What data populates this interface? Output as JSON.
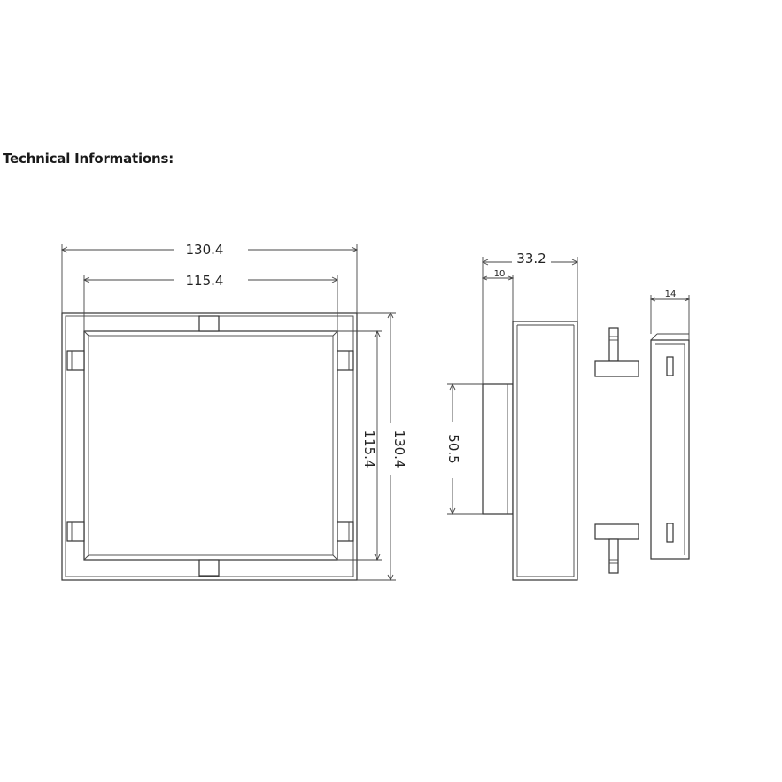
{
  "title": "Technical Informations:",
  "dimensions": {
    "outer_width": "130.4",
    "inner_width": "115.4",
    "outer_height": "130.4",
    "inner_height": "115.4",
    "depth_total": "33.2",
    "depth_front": "10",
    "side_height": "50.5",
    "bracket_depth": "14"
  }
}
